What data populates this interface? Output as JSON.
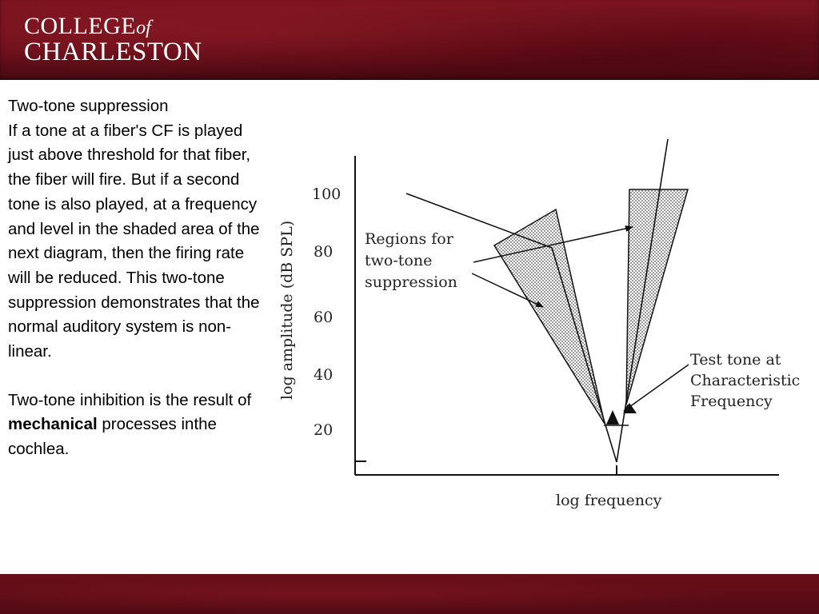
{
  "header": {
    "logo": {
      "line1_main": "COLLEGE",
      "line1_of": "of",
      "line2": "CHARLESTON"
    }
  },
  "slide": {
    "title": "Two-tone suppression",
    "paragraph1": "If a tone at a fiber's CF is played just above threshold for that fiber, the fiber will fire. But if a second tone is also played, at a frequency and level in the shaded area of the next diagram, then the firing rate will be reduced. This two-tone suppression demonstrates that the normal auditory system is non-linear.",
    "paragraph2_before": "Two-tone inhibition is the result of ",
    "paragraph2_bold": "mechanical",
    "paragraph2_after": " processes inthe cochlea."
  },
  "diagram": {
    "y_axis_label": "log amplitude (dB SPL)",
    "x_axis_label": "log frequency",
    "y_ticks": [
      "100",
      "80",
      "60",
      "40",
      "20"
    ],
    "label_regions_line1": "Regions for",
    "label_regions_line2": "two-tone",
    "label_regions_line3": "suppression",
    "label_test_line1": "Test tone at",
    "label_test_line2": "Characteristic",
    "label_test_line3": "Frequency",
    "colors": {
      "shade": "#d4d4d4",
      "stroke": "#111111"
    }
  }
}
